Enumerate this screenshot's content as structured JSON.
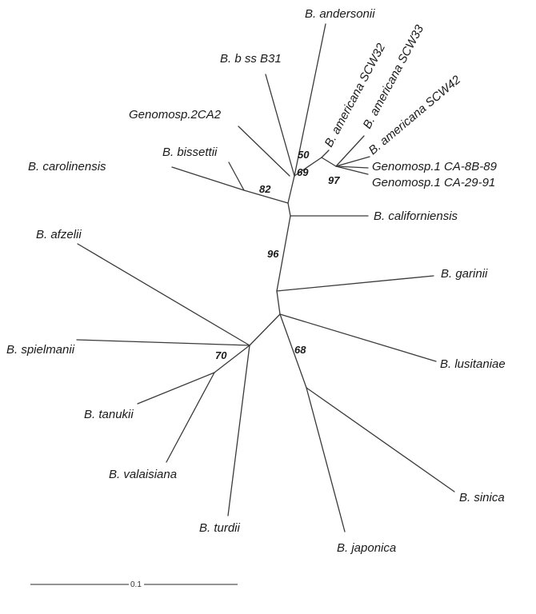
{
  "taxa": {
    "andersonii": "B. andersonii",
    "bss_b31": "B. b ss B31",
    "americana_scw32": "B. americana SCW32",
    "americana_scw33": "B. americana SCW33",
    "americana_scw42": "B. americana SCW42",
    "genomosp2_ca2": "Genomosp.2CA2",
    "bissettii": "B. bissettii",
    "carolinensis": "B. carolinensis",
    "genomosp1_ca8b89": "Genomosp.1 CA-8B-89",
    "genomosp1_ca2991": "Genomosp.1 CA-29-91",
    "californiensis": "B. californiensis",
    "afzelii": "B. afzelii",
    "garinii": "B. garinii",
    "spielmanii": "B. spielmanii",
    "lusitaniae": "B. lusitaniae",
    "tanukii": "B. tanukii",
    "valaisiana": "B. valaisiana",
    "sinica": "B. sinica",
    "turdii": "B. turdii",
    "japonica": "B. japonica"
  },
  "support_values": {
    "n50": "50",
    "n69": "69",
    "n97": "97",
    "n82": "82",
    "n96": "96",
    "n70": "70",
    "n68": "68"
  },
  "scale_bar": {
    "label": "0.1"
  },
  "colors": {
    "branch": "#3a3a3a",
    "text": "#1a1a1a",
    "background": "#ffffff"
  }
}
